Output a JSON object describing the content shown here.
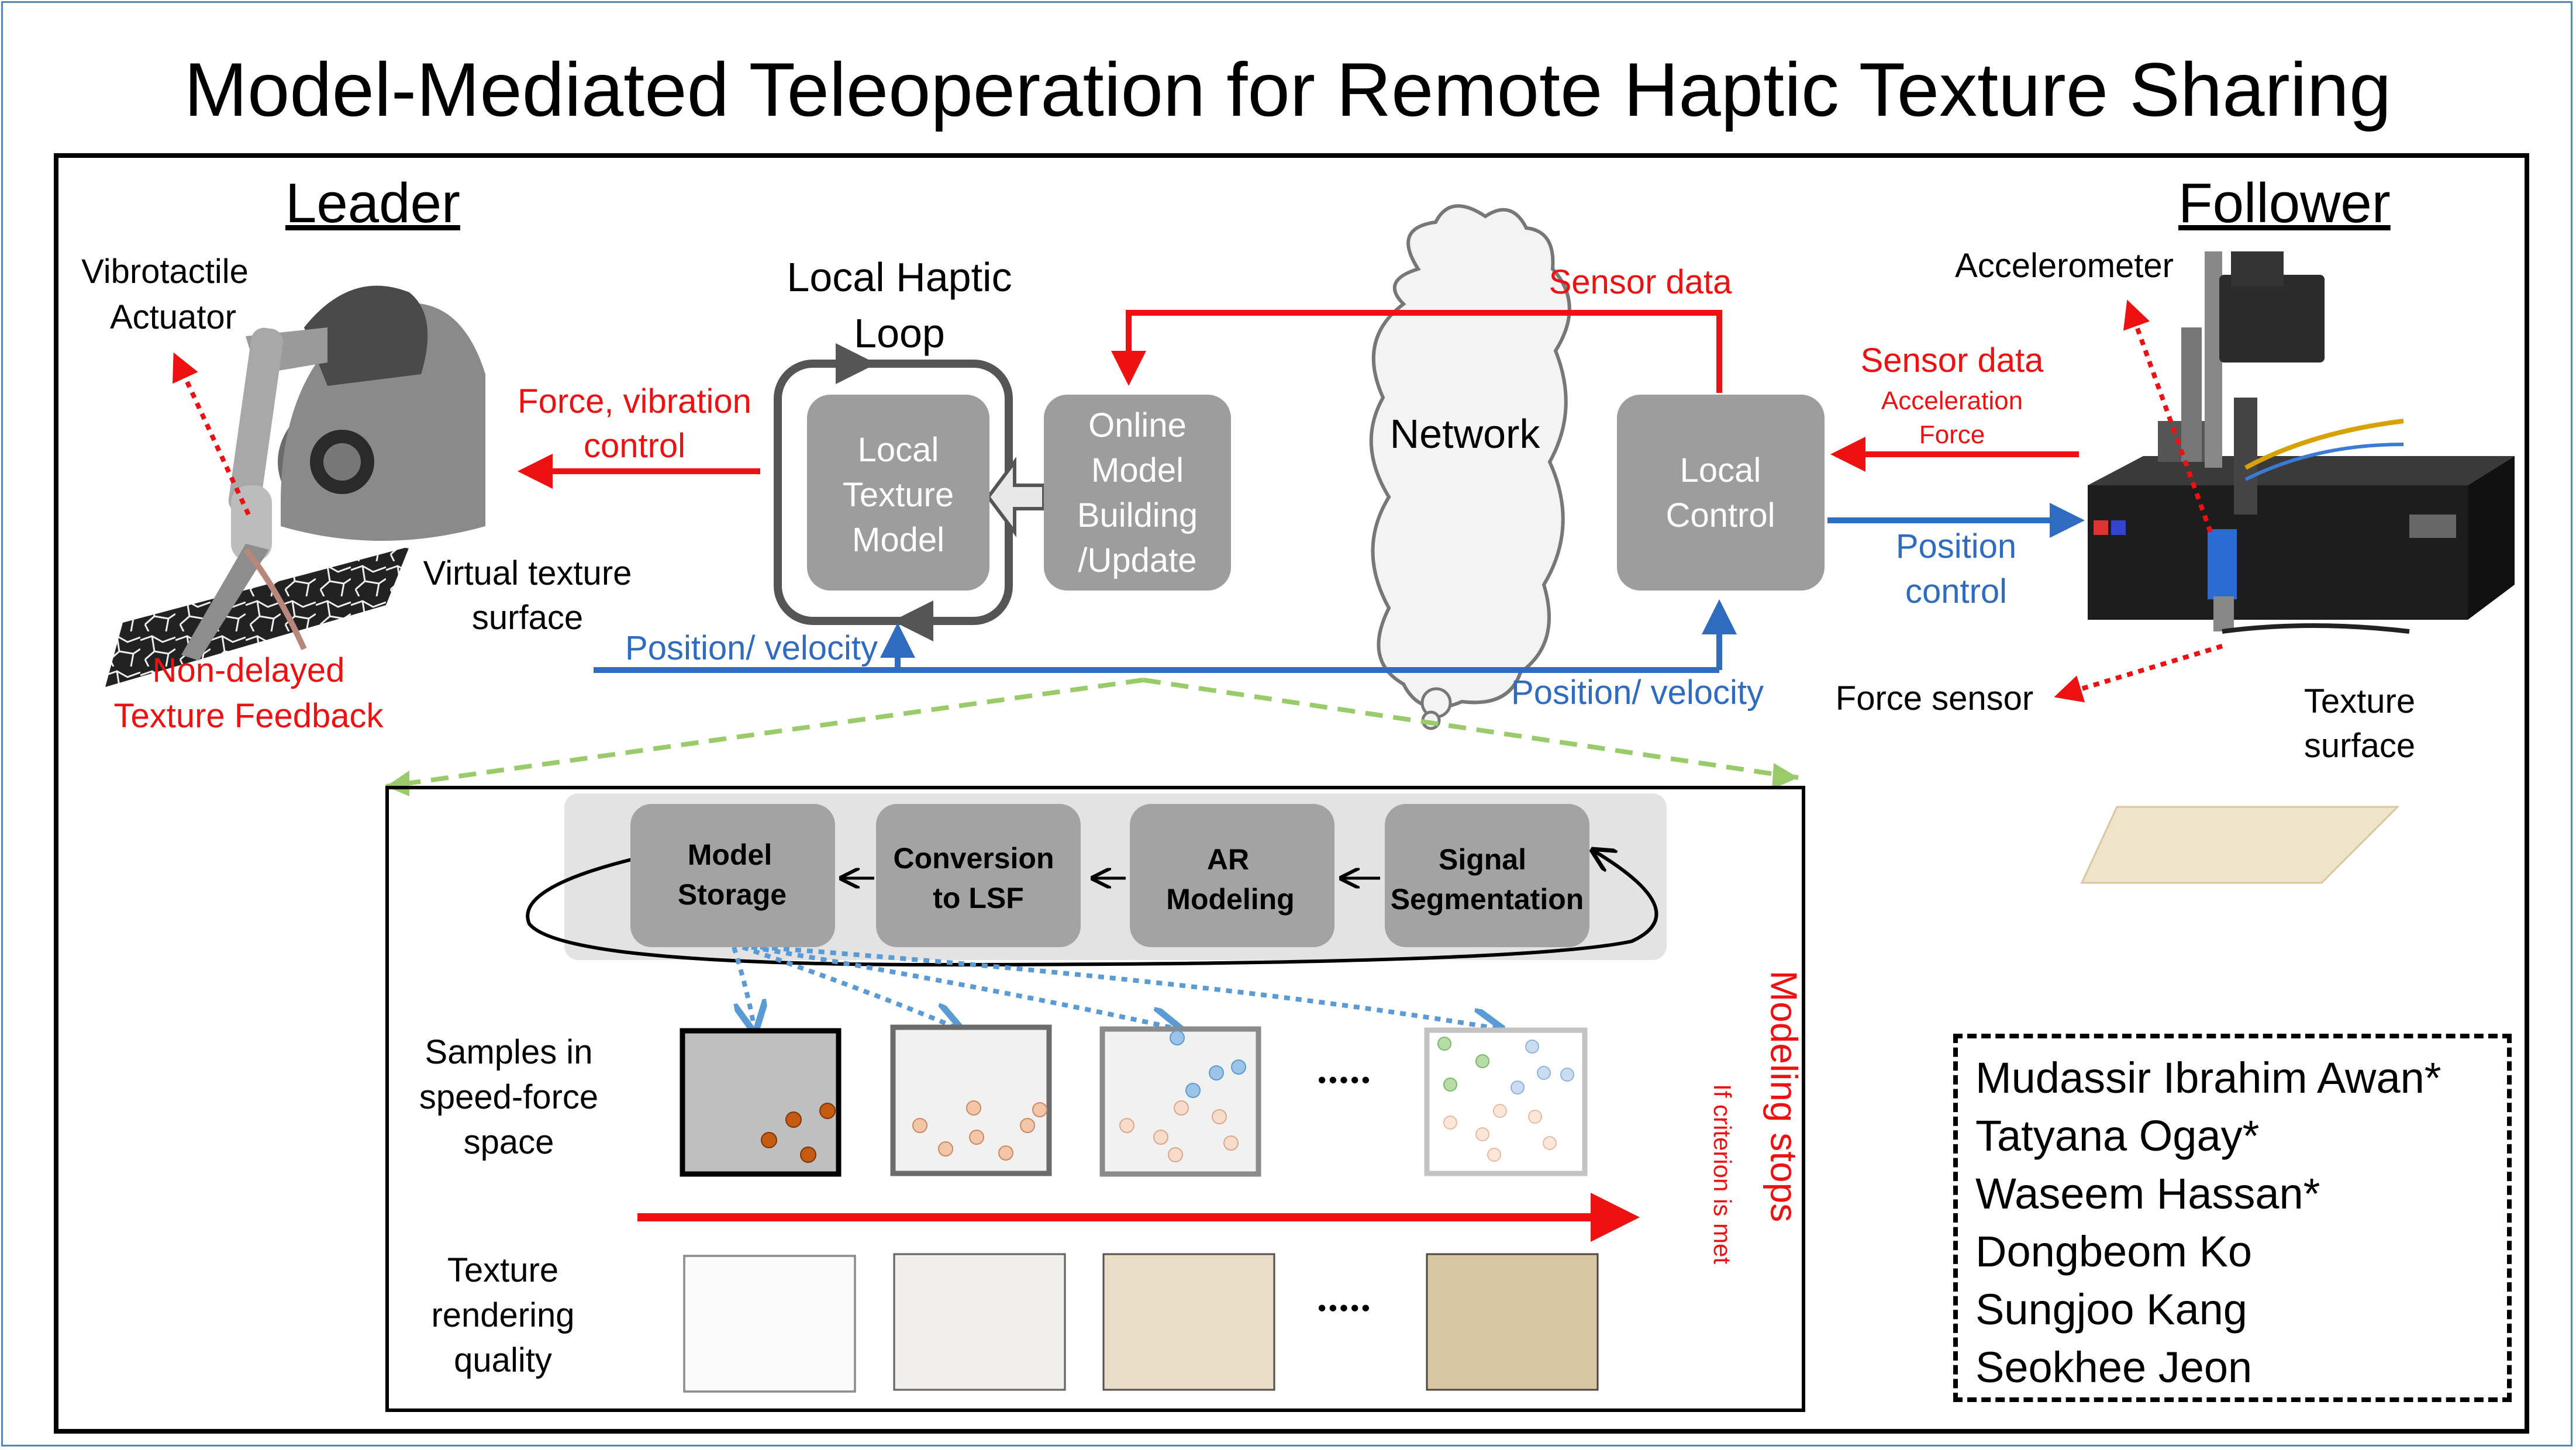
{
  "title": "Model-Mediated Teleoperation for Remote Haptic Texture Sharing",
  "leader": {
    "heading": "Leader",
    "actuator_line1": "Vibrotactile",
    "actuator_line2": "Actuator",
    "virtual_line1": "Virtual texture",
    "virtual_line2": "surface",
    "feedback_line1": "Non-delayed",
    "feedback_line2": "Texture Feedback",
    "force_line1": "Force, vibration",
    "force_line2": "control"
  },
  "loop": {
    "label_line1": "Local Haptic",
    "label_line2": "Loop",
    "texture_model": [
      "Local",
      "Texture",
      "Model"
    ],
    "online_model": [
      "Online",
      "Model",
      "Building",
      "/Update"
    ]
  },
  "network": {
    "label": "Network",
    "sensor_data": "Sensor data",
    "pos_vel_left": "Position/ velocity",
    "pos_vel_right": "Position/ velocity"
  },
  "follower": {
    "heading": "Follower",
    "accelerometer": "Accelerometer",
    "local_control": [
      "Local",
      "Control"
    ],
    "sensor_data": "Sensor data",
    "acceleration": "Acceleration",
    "force": "Force",
    "position_line1": "Position",
    "position_line2": "control",
    "force_sensor": "Force sensor",
    "texture_line1": "Texture",
    "texture_line2": "surface"
  },
  "pipeline": {
    "steps": [
      {
        "line1": "Model",
        "line2": "Storage"
      },
      {
        "line1": "Conversion",
        "line2": "to LSF"
      },
      {
        "line1": "AR",
        "line2": "Modeling"
      },
      {
        "line1": "Signal",
        "line2": "Segmentation"
      }
    ],
    "samples_label": [
      "Samples in",
      "speed-force",
      "space"
    ],
    "quality_label": [
      "Texture",
      "rendering",
      "quality"
    ],
    "ellipsis": "•••••",
    "modeling_stops": "Modeling stops",
    "criterion": "If criterion is met"
  },
  "authors": [
    "Mudassir Ibrahim Awan*",
    "Tatyana Ogay*",
    "Waseem Hassan*",
    "Dongbeom Ko",
    "Sungjoo Kang",
    "Seokhee Jeon"
  ],
  "colors": {
    "red": "#ee1111",
    "blue": "#2f6cc0",
    "green_dashed": "#9acb6a",
    "box_gray": "#9d9d9d",
    "frame_border": "#5a86b5"
  }
}
